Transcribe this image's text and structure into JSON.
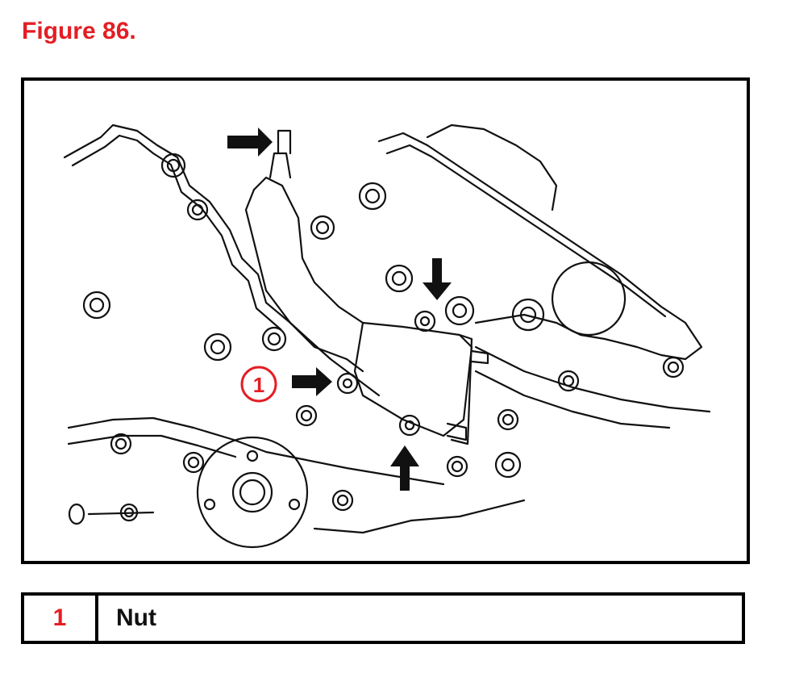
{
  "figure": {
    "title": "Figure 86."
  },
  "callout": {
    "number": "1"
  },
  "legend": {
    "rows": [
      {
        "number": "1",
        "description": "Nut"
      }
    ]
  },
  "colors": {
    "accent": "#e31e24",
    "line": "#111111"
  },
  "icons": [
    "arrow-icon",
    "callout-circle-icon"
  ]
}
